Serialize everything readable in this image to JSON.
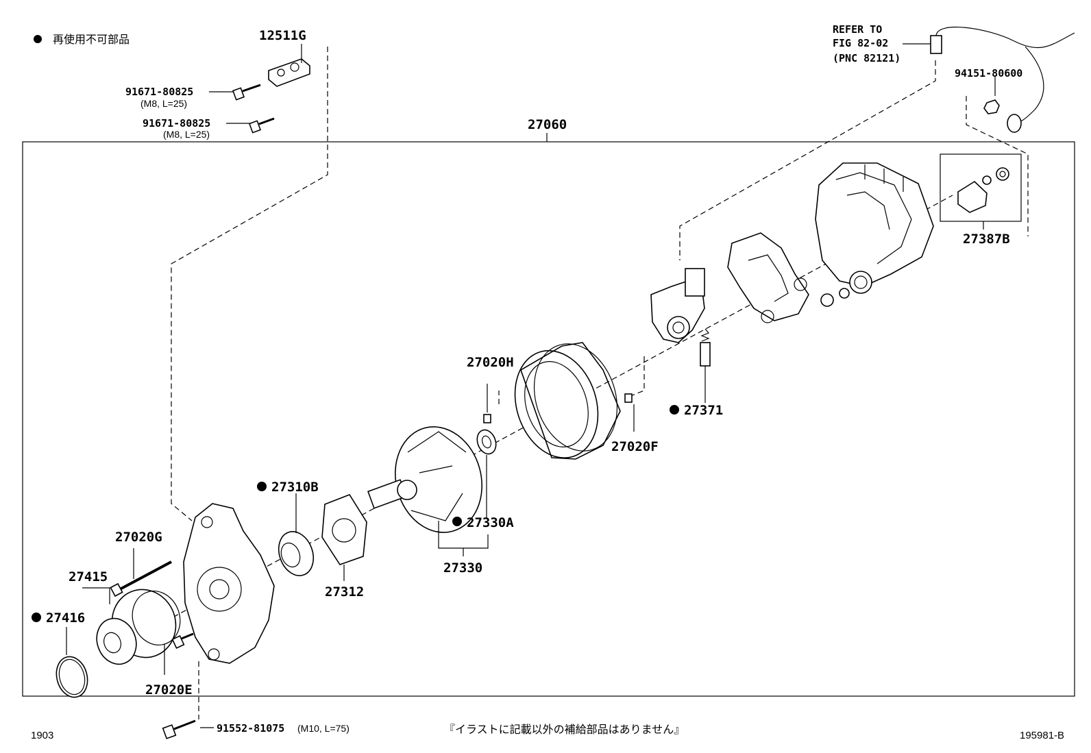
{
  "legend": {
    "symbol": "●",
    "text": "再使用不可部品"
  },
  "assembly_label": "27060",
  "parts": {
    "p12511G": "12511G",
    "b1": {
      "number": "91671-80825",
      "spec": "(M8, L=25)"
    },
    "b2": {
      "number": "91671-80825",
      "spec": "(M8, L=25)"
    },
    "refer": [
      "REFER TO",
      "FIG 82-02",
      "(PNC 82121)"
    ],
    "p94151": "94151-80600",
    "p27387B": "27387B",
    "p27020H": "27020H",
    "p27371": "27371",
    "p27020F": "27020F",
    "p27310B": "27310B",
    "p27330A": "27330A",
    "p27330": "27330",
    "p27312": "27312",
    "p27020G": "27020G",
    "p27415": "27415",
    "p27416": "27416",
    "p27020E": "27020E",
    "bottom_bolt": {
      "number": "91552-81075",
      "spec": "(M10, L=75)"
    }
  },
  "footer": {
    "left_code": "1903",
    "note": "『イラストに記載以外の補給部品はありません』",
    "right_code": "195981-B"
  },
  "colors": {
    "line": "#000000",
    "background": "#ffffff"
  }
}
